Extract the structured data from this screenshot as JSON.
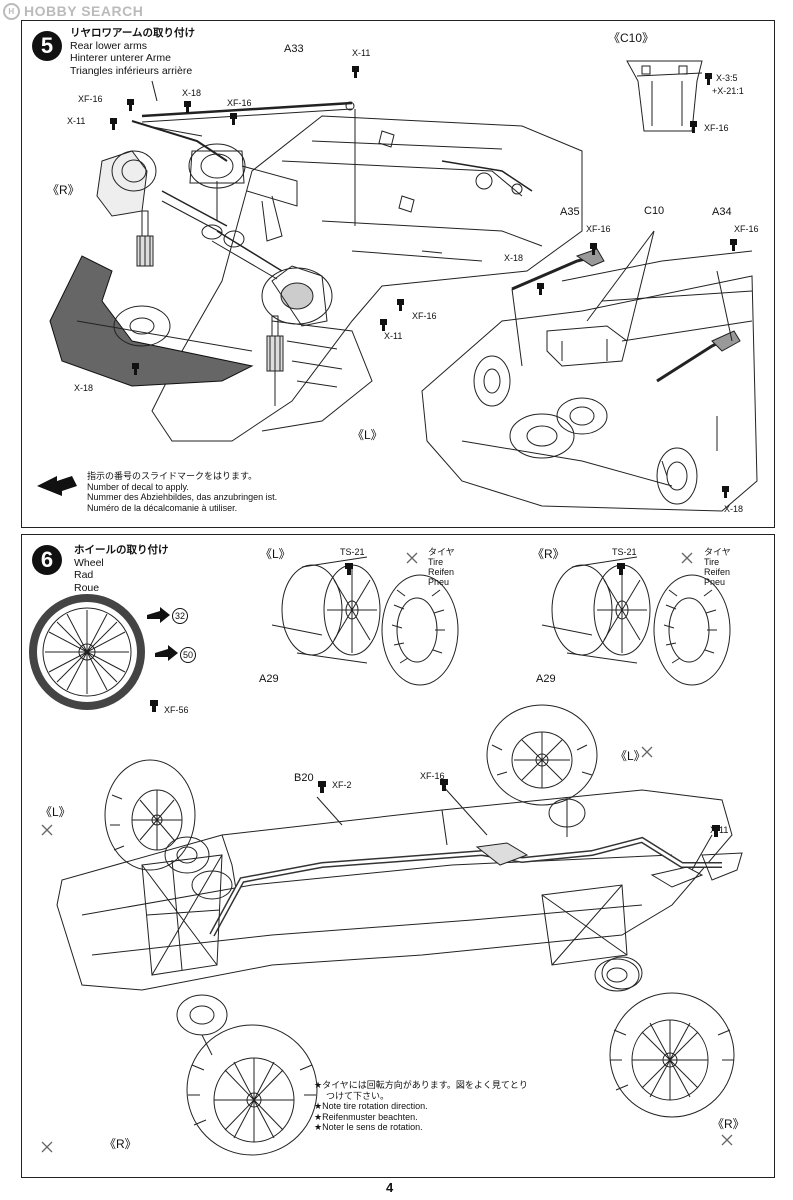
{
  "watermark": "HOBBY SEARCH",
  "page_number": "4",
  "step5": {
    "number": "5",
    "title_jp": "リヤロワアームの取り付け",
    "title_en": "Rear lower arms",
    "title_de": "Hinterer unterer Arme",
    "title_fr": "Triangles inférieurs arrière",
    "labels": {
      "a33": "A33",
      "x11_top": "X-11",
      "xf16_a": "XF-16",
      "x18_a": "X-18",
      "xf16_b": "XF-16",
      "x11_left": "X-11",
      "r_side": "《R》",
      "l_side": "《L》",
      "x18_bl": "X-18",
      "xf16_c": "XF-16",
      "x11_c": "X-11",
      "c10_box": "《C10》",
      "x35": "X-3:5",
      "x21": "+X-21:1",
      "xf16_d": "XF-16",
      "a35": "A35",
      "c10": "C10",
      "a34": "A34",
      "xf16_e": "XF-16",
      "xf16_f": "XF-16",
      "x18_c": "X-18",
      "x18_d": "X-18"
    },
    "decal_note_jp": "指示の番号のスライドマークをはります。",
    "decal_note_en": "Number of decal to apply.",
    "decal_note_de": "Nummer des Abziehbildes, das anzubringen ist.",
    "decal_note_fr": "Numéro de la décalcomanie à utiliser."
  },
  "step6": {
    "number": "6",
    "title_jp": "ホイールの取り付け",
    "title_en": "Wheel",
    "title_de": "Rad",
    "title_fr": "Roue",
    "decal_32": "32",
    "decal_50": "50",
    "xf56": "XF-56",
    "l_side": "《L》",
    "r_side": "《R》",
    "ts21_l": "TS-21",
    "ts21_r": "TS-21",
    "tire_jp": "タイヤ",
    "tire_en": "Tire",
    "tire_de": "Reifen",
    "tire_fr": "Pneu",
    "a29_l": "A29",
    "a29_r": "A29",
    "b20": "B20",
    "xf2": "XF-2",
    "xf16": "XF-16",
    "x11": "X-11",
    "l_mid": "《L》",
    "l_left": "《L》",
    "r_bottom_left": "《R》",
    "r_bottom_right": "《R》",
    "tire_note_jp1": "★タイヤには回転方向があります。図をよく見てとり",
    "tire_note_jp2": "つけて下さい。",
    "tire_note_en": "★Note tire rotation direction.",
    "tire_note_de": "★Reifenmuster beachten.",
    "tire_note_fr": "★Noter le sens de rotation."
  }
}
